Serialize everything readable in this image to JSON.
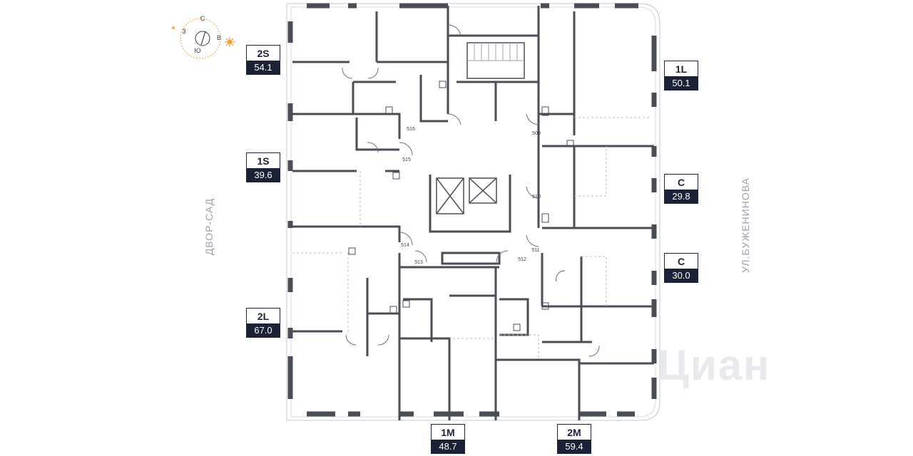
{
  "compass": {
    "north": "С",
    "west": "З",
    "east": "В",
    "south": "Ю"
  },
  "side_labels": {
    "left": "ДВОР-САД",
    "right": "УЛ.БУЖЕНИНОВА"
  },
  "watermark": "Циан",
  "units": [
    {
      "type": "2S",
      "area": "54.1"
    },
    {
      "type": "1S",
      "area": "39.6"
    },
    {
      "type": "2L",
      "area": "67.0"
    },
    {
      "type": "1L",
      "area": "50.1"
    },
    {
      "type": "С",
      "area": "29.8"
    },
    {
      "type": "С",
      "area": "30.0"
    },
    {
      "type": "1M",
      "area": "48.7"
    },
    {
      "type": "2M",
      "area": "59.4"
    }
  ],
  "flat_numbers": [
    "516",
    "515",
    "514",
    "513",
    "512",
    "511",
    "510",
    "509"
  ],
  "colors": {
    "label_bg": "#1b2238",
    "wall": "#4a4d55",
    "accent": "#f0a030"
  }
}
